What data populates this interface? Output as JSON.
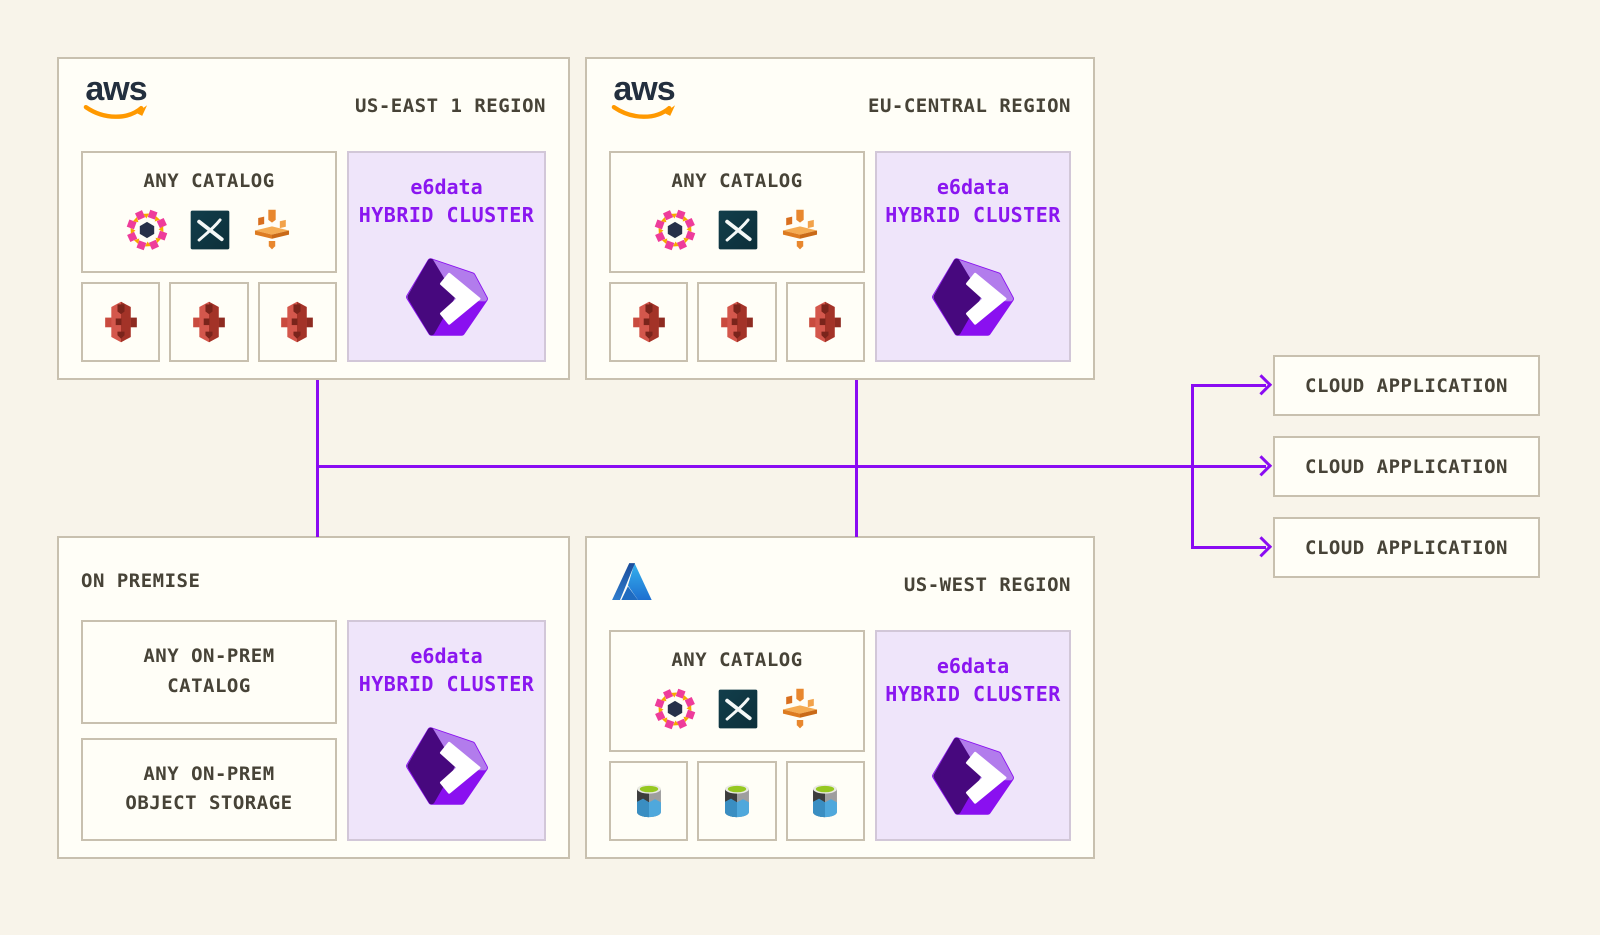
{
  "colors": {
    "accent_purple_lines": "#8a0bf2",
    "e6data_text_purple": "#8a16f0",
    "e6data_panel_lavender": "#efe5fa",
    "box_border_taupe": "#c8c0af",
    "page_background_cream": "#f8f4ea",
    "label_dark_gray": "#474337",
    "aws_navy": "#232f3e",
    "aws_orange": "#f90",
    "azure_blue": "#2e9ce3"
  },
  "regions": [
    {
      "provider_label": "aws",
      "title": "US-EAST 1 REGION",
      "catalog_label": "ANY CATALOG",
      "catalog_icons": [
        "polaris-catalog-icon",
        "xtable-catalog-icon",
        "unity-catalog-icon"
      ],
      "storage_icon": "s3-icon",
      "storage_count": 3,
      "cluster_brand": "e6data",
      "cluster_label": "HYBRID CLUSTER"
    },
    {
      "provider_label": "aws",
      "title": "EU-CENTRAL REGION",
      "catalog_label": "ANY CATALOG",
      "catalog_icons": [
        "polaris-catalog-icon",
        "xtable-catalog-icon",
        "unity-catalog-icon"
      ],
      "storage_icon": "s3-icon",
      "storage_count": 3,
      "cluster_brand": "e6data",
      "cluster_label": "HYBRID CLUSTER"
    },
    {
      "provider_label": "",
      "title": "ON PREMISE",
      "boxes": [
        {
          "line1": "ANY ON-PREM",
          "line2": "CATALOG"
        },
        {
          "line1": "ANY ON-PREM",
          "line2": "OBJECT STORAGE"
        }
      ],
      "cluster_brand": "e6data",
      "cluster_label": "HYBRID CLUSTER"
    },
    {
      "provider_label": "",
      "title": "US-WEST REGION",
      "catalog_label": "ANY CATALOG",
      "catalog_icons": [
        "polaris-catalog-icon",
        "xtable-catalog-icon",
        "unity-catalog-icon"
      ],
      "storage_icon": "azure-data-lake-storage-icon",
      "storage_count": 3,
      "cluster_brand": "e6data",
      "cluster_label": "HYBRID CLUSTER"
    }
  ],
  "cloud_apps": [
    {
      "label": "CLOUD APPLICATION"
    },
    {
      "label": "CLOUD APPLICATION"
    },
    {
      "label": "CLOUD APPLICATION"
    }
  ]
}
